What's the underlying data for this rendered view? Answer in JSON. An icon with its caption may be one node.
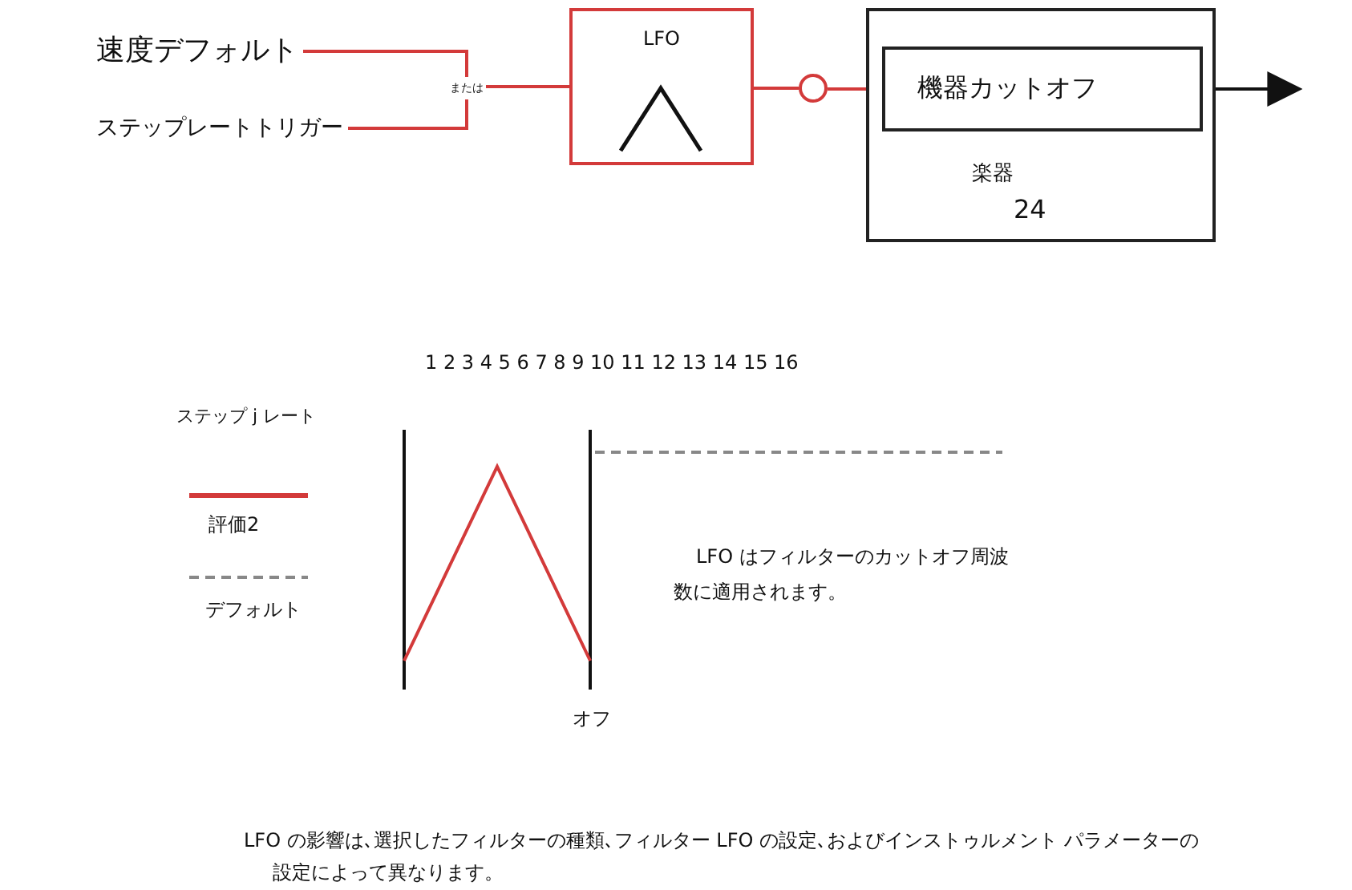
{
  "diagram": {
    "caption": "LFO の影響は､選択したフィルターの種類､フィルター LFO の設定､およびインストゥルメント パラメーターの設定によって異なります。",
    "nodes": [
      {
        "text": [
          "速度デフォルト"
        ]
      },
      {
        "text": [
          "ステップレートトリガー"
        ]
      },
      {
        "text": [
          "または"
        ]
      },
      {
        "text": [
          "LFO"
        ]
      },
      {
        "text": [],
        "shape": "circle"
      },
      {
        "text": [
          "楽器",
          "24"
        ]
      },
      {
        "text": [
          "機器カットオフ"
        ],
        "in": 5
      }
    ],
    "edges": [
      {
        "from": 0,
        "to": 2,
        "arrow": "none"
      },
      {
        "from": 1,
        "to": 2,
        "arrow": "none"
      },
      {
        "from": 2,
        "to": 3,
        "arrow": "none"
      },
      {
        "from": 3,
        "to": 4,
        "arrow": "none"
      },
      {
        "from": 4,
        "to": 6,
        "arrow": "none"
      },
      {
        "from": 6,
        "to": null,
        "arrow": "to",
        "color": "#111111"
      }
    ],
    "labels": [
      "1 2 3 4 5 6 7 8 9 10 11 12 13 14 15 16",
      "ステップ j レート",
      "LFO はフィルターのカットオフ周波数に適用されます。",
      "オフ"
    ],
    "legend": [
      {
        "text": "評価2"
      },
      {
        "text": "デフォルト"
      }
    ]
  }
}
